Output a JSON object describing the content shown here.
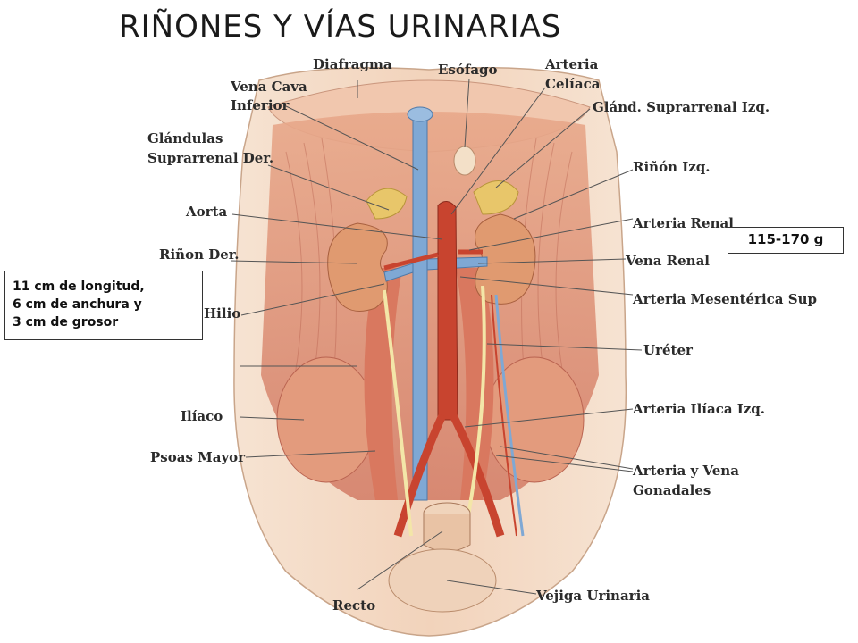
{
  "title": "RIÑONES Y VÍAS URINARIAS",
  "labels": {
    "diafragma": "Diafragma",
    "esofago": "Esófago",
    "arteria_celiaca_1": "Arteria",
    "arteria_celiaca_2": "Celíaca",
    "vena_cava_1": "Vena Cava",
    "vena_cava_2": "Inferior",
    "glandulas_1": "Glándulas",
    "glandulas_2": "Suprarrenal Der.",
    "gland_izq": "Glánd. Suprarrenal Izq.",
    "rinon_izq": "Riñón Izq.",
    "aorta": "Aorta",
    "arteria_renal": "Arteria Renal",
    "rinon_der": "Riñon Der.",
    "vena_renal": "Vena Renal",
    "hilio": "Hilio",
    "arteria_mesenterica": "Arteria Mesentérica Sup",
    "ureter": "Uréter",
    "iliaco": "Ilíaco",
    "arteria_iliaca": "Arteria Ilíaca Izq.",
    "psoas": "Psoas Mayor",
    "gonadales_1": "Arteria y Vena",
    "gonadales_2": "Gonadales",
    "recto": "Recto",
    "vejiga": "Vejiga Urinaria"
  },
  "info": {
    "dimensions": [
      "11 cm de longitud,",
      "6 cm de anchura y",
      "3 cm de grosor"
    ],
    "weight": "115-170 g"
  },
  "colors": {
    "muscle": "#d98a6a",
    "tissue": "#f0c9ad",
    "vein": "#7fa8d4",
    "artery": "#c8442f",
    "kidney": "#e09a70",
    "adrenal": "#e8c66a",
    "leader_line": "#555555"
  }
}
